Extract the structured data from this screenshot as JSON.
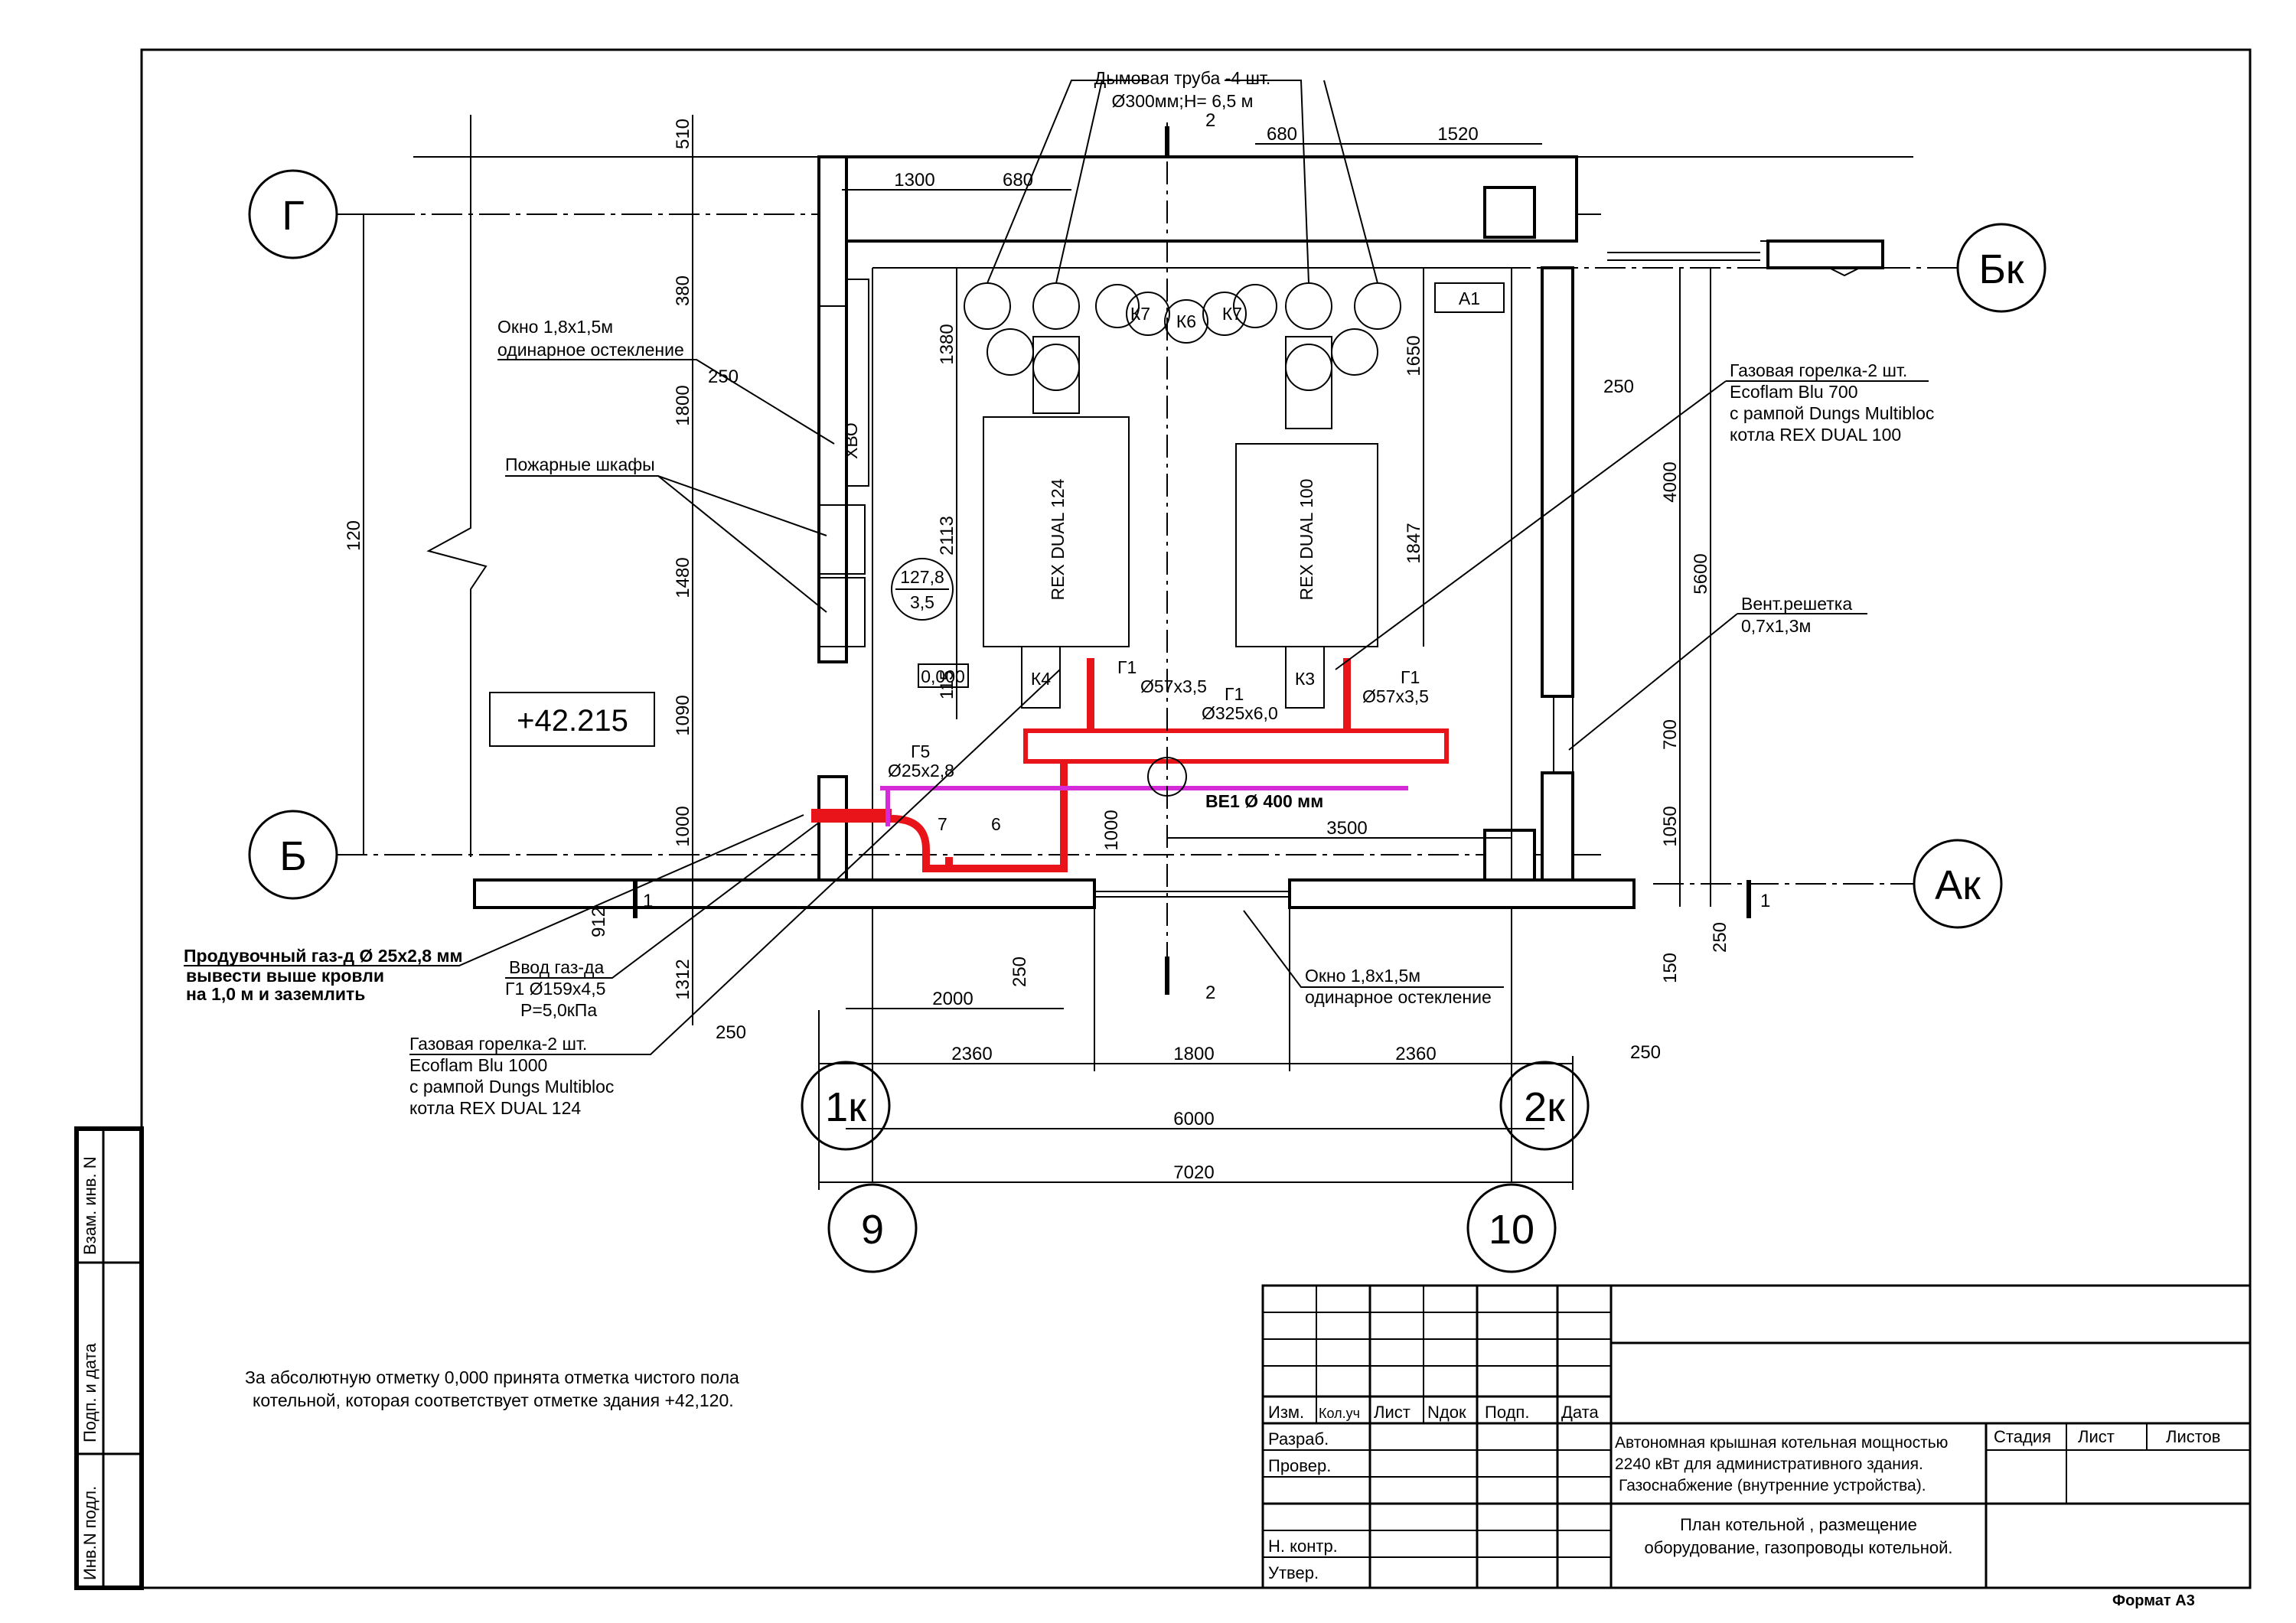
{
  "axes": {
    "g": "Г",
    "b": "Б",
    "bk": "Бк",
    "ak": "Ак",
    "a1k": "1к",
    "a2k": "2к",
    "a9": "9",
    "a10": "10"
  },
  "section_marks": {
    "s2": "2",
    "s1": "1"
  },
  "elevation_box": "+42.215",
  "zero_mark": "0,000",
  "chimney_note": {
    "line1": "Дымовая труба -4 шт.",
    "line2": "Ø300мм;Н= 6,5 м"
  },
  "window_top": {
    "line1": "Окно 1,8х1,5м",
    "line2": "одинарное остекление"
  },
  "window_bottom": {
    "line1": "Окно 1,8х1,5м",
    "line2": "одинарное остекление"
  },
  "fire_cabinets": "Пожарные шкафы",
  "burner_right": {
    "line1": "Газовая горелка-2 шт.",
    "line2": "Ecoflam Blu 700",
    "line3": "с  рампой Dungs Multibloc",
    "line4": "котла REX DUAL 100"
  },
  "burner_left": {
    "line1": "Газовая горелка-2 шт.",
    "line2": "Ecoflam Blu 1000",
    "line3": "с  рампой Dungs Multibloc",
    "line4": "котла REX DUAL 124"
  },
  "vent_grille": {
    "line1": "Вент.решетка",
    "line2": "0,7х1,3м"
  },
  "purge_note": {
    "line1": "Продувочный газ-д Ø 25х2,8 мм",
    "line2": "вывести выше кровли",
    "line3": "на 1,0 м и заземлить"
  },
  "gas_inlet": {
    "line1": "Ввод газ-да",
    "line2": "Г1 Ø159х4,5",
    "line3": "Р=5,0кПа"
  },
  "boilers": {
    "left": "REX DUAL 124",
    "right": "REX DUAL 100"
  },
  "equipment": {
    "hvo": "ХВО",
    "a1": "А1",
    "k4": "К4",
    "k3": "К3",
    "k6": "К6",
    "k7a": "К7",
    "k7b": "К7"
  },
  "circle_note": {
    "top": "127,8",
    "bottom": "3,5"
  },
  "pipes": {
    "g1_small_left": {
      "name": "Г1",
      "size": "Ø57х3,5"
    },
    "g1_main": {
      "name": "Г1",
      "size": "Ø325х6,0"
    },
    "g1_small_right": {
      "name": "Г1",
      "size": "Ø57х3,5"
    },
    "g5": {
      "name": "Г5",
      "size": "Ø25х2,8"
    },
    "ve1": "ВЕ1 Ø 400 мм"
  },
  "callouts": {
    "c7": "7",
    "c6": "6"
  },
  "dimensions": {
    "d510": "510",
    "d380": "380",
    "d1800": "1800",
    "d120": "120",
    "d1480": "1480",
    "d1090": "1090",
    "d1000a": "1000",
    "d912": "912",
    "d1312": "1312",
    "d1300": "1300",
    "d680a": "680",
    "d680b": "680",
    "d1520": "1520",
    "d1380": "1380",
    "d2113": "2113",
    "d115": "115",
    "d1650": "1650",
    "d1847": "1847",
    "d250a": "250",
    "d250b": "250",
    "d250c": "250",
    "d250d": "250",
    "d250e": "250",
    "d250f": "250",
    "d4000": "4000",
    "d5600": "5600",
    "d700": "700",
    "d1050": "1050",
    "d150": "150",
    "d1000b": "1000",
    "d3500": "3500",
    "d2000": "2000",
    "d2360a": "2360",
    "d1800b": "1800",
    "d2360b": "2360",
    "d6000": "6000",
    "d7020": "7020"
  },
  "note": {
    "line1": "За абсолютную отметку 0,000 принята отметка чистого пола",
    "line2": "котельной, которая соответствует отметке здания +42,120."
  },
  "side_stamp": {
    "s1": "Взам. инв. N",
    "s2": "Подп. и дата",
    "s3": "Инв.N подл."
  },
  "title_block": {
    "headers": [
      "Изм.",
      "Кол.уч",
      "Лист",
      "Nдок",
      "Подп.",
      "Дата"
    ],
    "roles": [
      "Разраб.",
      "Провер.",
      "Н. контр.",
      "Утвер."
    ],
    "project": {
      "line1": "Автономная крышная котельная мощностью",
      "line2": "2240 кВт для административного здания.",
      "line3": "Газоснабжение (внутренние устройства)."
    },
    "sheet_title": {
      "line1": "План котельной , размещение",
      "line2": "оборудование, газопроводы котельной."
    },
    "stage": "Стадия",
    "sheet": "Лист",
    "sheets": "Листов"
  },
  "format": "Формат  А3"
}
